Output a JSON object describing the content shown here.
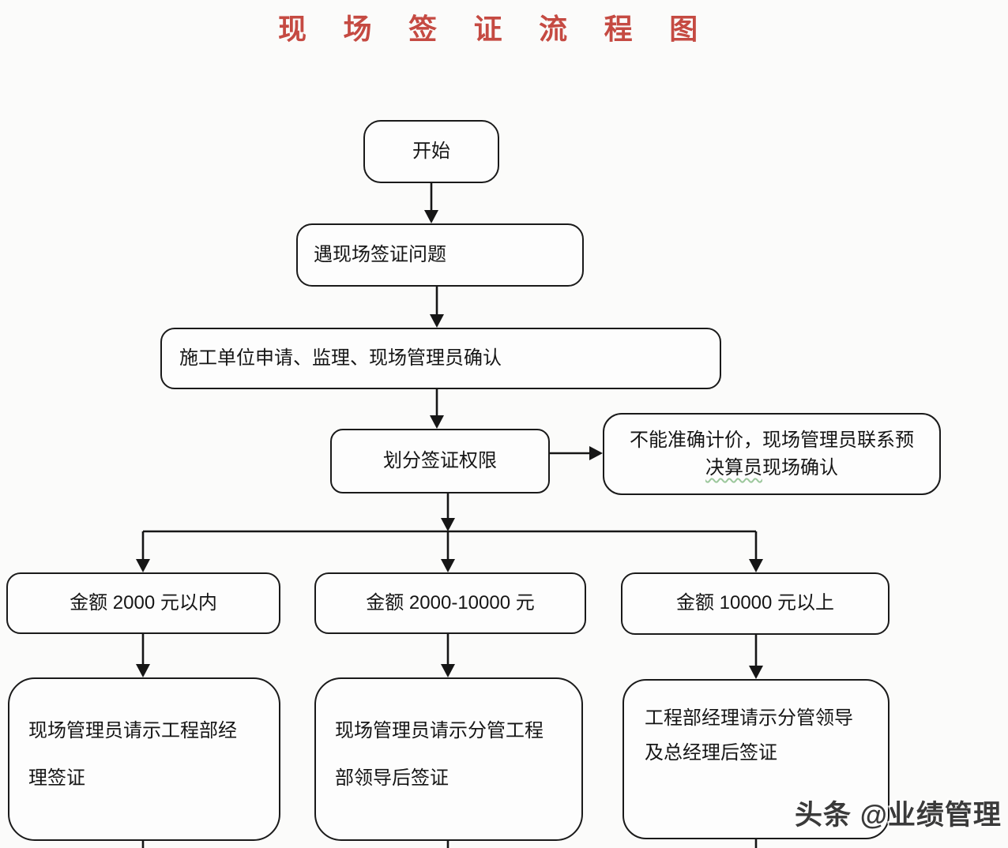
{
  "title": {
    "text": "现 场 签 证 流 程 图"
  },
  "watermark": {
    "text": "头条 @业绩管理"
  },
  "nodes": {
    "start": {
      "label": "开始"
    },
    "issue": {
      "label": "遇现场签证问题"
    },
    "confirm": {
      "label": "施工单位申请、监理、现场管理员确认"
    },
    "divide": {
      "label": "划分签证权限"
    },
    "side_note": {
      "line1": "不能准确计价，现场管理员联系预",
      "line2_underlined": "决算员",
      "line2_rest": "现场确认"
    },
    "amount_low": {
      "label": "金额 2000 元以内"
    },
    "amount_mid": {
      "label": "金额 2000-10000 元"
    },
    "amount_high": {
      "label": "金额 10000 元以上"
    },
    "approve_low": {
      "line1": "现场管理员请示工程部经",
      "line2": "理签证"
    },
    "approve_mid": {
      "line1": "现场管理员请示分管工程",
      "line2": "部领导后签证"
    },
    "approve_high": {
      "line1": "工程部经理请示分管领导",
      "line2": "及总经理后签证"
    }
  },
  "colors": {
    "title_red": "#c54a42",
    "line_black": "#161616",
    "spellcheck_underline_green": "#9cc79c",
    "watermark_gray": "#3a3a3a"
  }
}
